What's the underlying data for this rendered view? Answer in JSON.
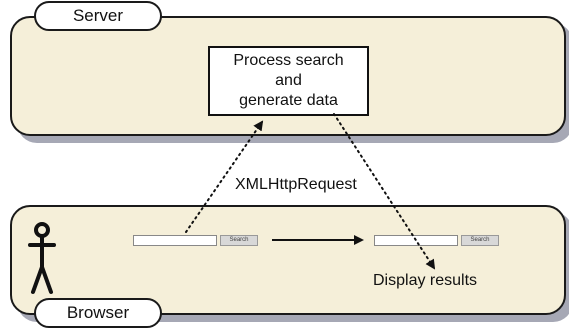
{
  "server": {
    "label": "Server"
  },
  "browser": {
    "label": "Browser"
  },
  "process": {
    "lines": [
      "Process search",
      "and",
      "generate data"
    ]
  },
  "xhr": {
    "label": "XMLHttpRequest"
  },
  "search_form": {
    "button_label": "Search"
  },
  "display": {
    "label": "Display results"
  },
  "colors": {
    "panel_fill": "#f5efd9",
    "panel_shadow": "#a6a8b5",
    "stroke": "#1a1a1a"
  }
}
